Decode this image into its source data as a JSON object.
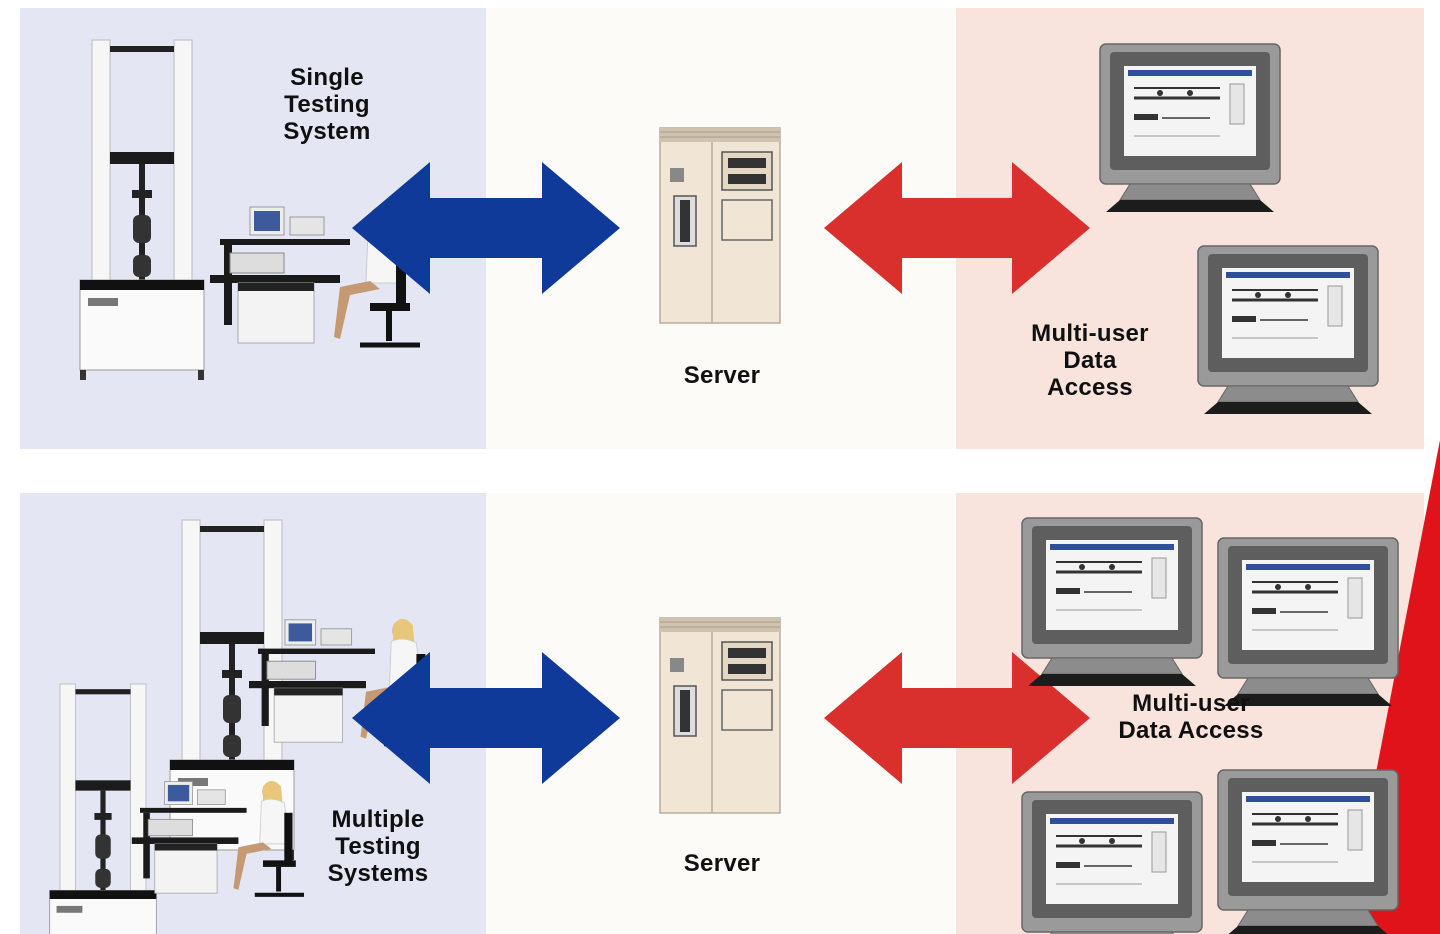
{
  "top": {
    "system_label": "Single\nTesting\nSystem",
    "server_label": "Server",
    "clients_label": "Multi-user\nData\nAccess"
  },
  "bottom": {
    "system_label": "Multiple\nTesting\nSystems",
    "server_label": "Server",
    "clients_label": "Multi-user\nData Access"
  },
  "colors": {
    "left_bg": "#e4e6f4",
    "middle_bg": "#fdfbf8",
    "right_bg": "#f8e4dd",
    "blue_arrow": "#0f3a9a",
    "red_arrow": "#d9302d",
    "accent_red": "#e0121a",
    "server_body": "#f1e6d6"
  }
}
